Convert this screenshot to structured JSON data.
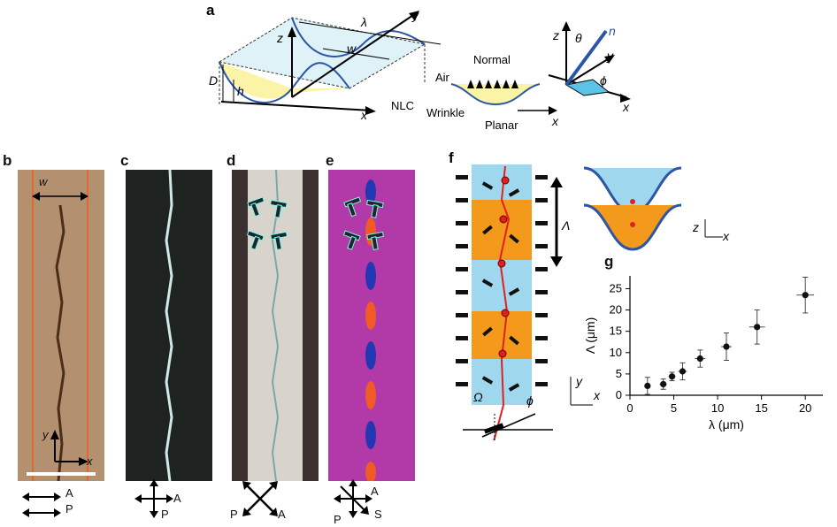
{
  "panels": {
    "a": {
      "label": "a",
      "symbols": {
        "lambda": "λ",
        "w": "w",
        "D": "D",
        "h": "h",
        "x": "x",
        "y": "y",
        "z": "z",
        "n": "n",
        "theta": "θ",
        "phi": "ϕ"
      },
      "text": {
        "normal": "Normal",
        "air": "Air",
        "nlc": "NLC",
        "wrinkle": "Wrinkle",
        "planar": "Planar",
        "x": "x"
      }
    },
    "b": {
      "label": "b",
      "w": "w",
      "x": "x",
      "y": "y",
      "pol": [
        "A",
        "P"
      ]
    },
    "c": {
      "label": "c",
      "pol": [
        "A",
        "P"
      ]
    },
    "d": {
      "label": "d",
      "pol": [
        "P",
        "A"
      ]
    },
    "e": {
      "label": "e",
      "pol": [
        "A",
        "S",
        "P"
      ]
    },
    "f": {
      "label": "f",
      "Lambda": "Λ",
      "Omega": "Ω",
      "phi": "ϕ",
      "x": "x",
      "y": "y",
      "z": "z"
    },
    "g": {
      "label": "g"
    }
  },
  "colors": {
    "sky": "#9fd8ee",
    "orange": "#f39a1c",
    "blue": "#2c55a6",
    "red": "#e02020",
    "yellowfill": "#fbf4a6",
    "magenta": "#b92dae"
  },
  "chart_data": {
    "type": "scatter",
    "xlabel": "λ (μm)",
    "ylabel": "Λ (μm)",
    "xlim": [
      0,
      22
    ],
    "ylim": [
      0,
      28
    ],
    "xticks": [
      0,
      5,
      10,
      15,
      20
    ],
    "yticks": [
      0,
      5,
      10,
      15,
      20,
      25
    ],
    "grid": false,
    "points": [
      {
        "x": 2,
        "y": 2.2,
        "xerr": 0.3,
        "yerr": 2.0
      },
      {
        "x": 3.8,
        "y": 2.6,
        "xerr": 0.4,
        "yerr": 1.2
      },
      {
        "x": 4.8,
        "y": 4.4,
        "xerr": 0.4,
        "yerr": 1.0
      },
      {
        "x": 6,
        "y": 5.6,
        "xerr": 0.5,
        "yerr": 2.0
      },
      {
        "x": 8,
        "y": 8.6,
        "xerr": 0.6,
        "yerr": 2.0
      },
      {
        "x": 11,
        "y": 11.4,
        "xerr": 0.6,
        "yerr": 3.2
      },
      {
        "x": 14.5,
        "y": 16,
        "xerr": 0.9,
        "yerr": 4.0
      },
      {
        "x": 20,
        "y": 23.5,
        "xerr": 1.0,
        "yerr": 4.2
      }
    ]
  }
}
